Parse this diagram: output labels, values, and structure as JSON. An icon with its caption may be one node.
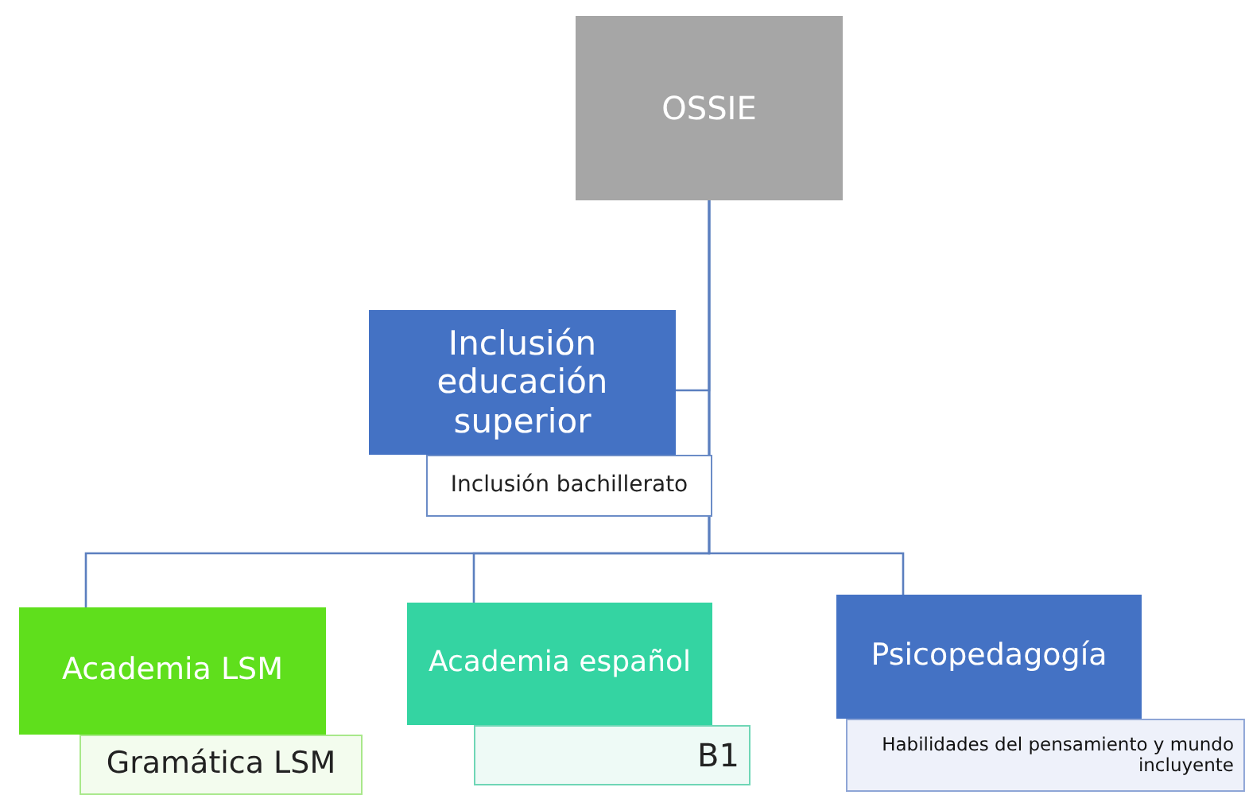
{
  "diagram": {
    "nodes": [
      {
        "text": [
          "OSSIE"
        ]
      },
      {
        "text": [
          "Inclusión educación superior"
        ]
      },
      {
        "text": [
          "Inclusión bachillerato"
        ]
      },
      {
        "text": [
          "Academia LSM"
        ]
      },
      {
        "text": [
          "Gramática LSM"
        ]
      },
      {
        "text": [
          "Academia español"
        ]
      },
      {
        "text": [
          "B1"
        ]
      },
      {
        "text": [
          "Psicopedagogía"
        ]
      },
      {
        "text": [
          "Habilidades del pensamiento y mundo incluyente"
        ]
      }
    ],
    "edges": [
      {
        "from": 0,
        "to": 1,
        "arrow": "none"
      },
      {
        "from": 0,
        "to": 3,
        "arrow": "none"
      },
      {
        "from": 0,
        "to": 5,
        "arrow": "none"
      },
      {
        "from": 0,
        "to": 7,
        "arrow": "none"
      }
    ]
  }
}
